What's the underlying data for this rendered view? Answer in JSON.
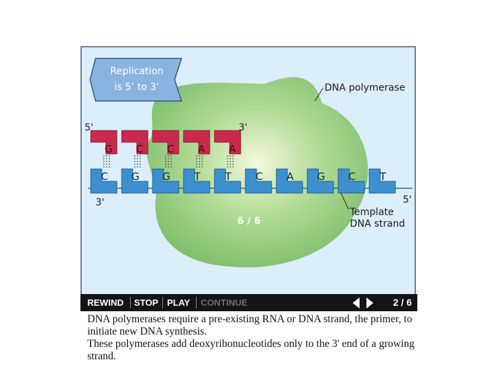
{
  "callout": {
    "line1": "Replication",
    "line2": "is 5’ to 3’"
  },
  "labels": {
    "enzyme": "DNA polymerase",
    "template_line1": "Template",
    "template_line2": "DNA strand",
    "five_prime_top": "5'",
    "three_prime_top": "3'",
    "three_prime_bottom": "3'",
    "five_prime_bottom": "5'"
  },
  "new_strand": [
    "G",
    "C",
    "C",
    "A",
    "A"
  ],
  "template_strand": [
    "C",
    "G",
    "G",
    "T",
    "T",
    "C",
    "A",
    "G",
    "C",
    "T"
  ],
  "frame_counter": "6 / 6",
  "controls": {
    "rewind": "REWIND",
    "stop": "STOP",
    "play": "PLAY",
    "continue": "CONTINUE",
    "page": "2 / 6"
  },
  "caption": {
    "line1": "DNA polymerases require a pre-existing RNA or DNA strand, the primer, to initiate new DNA synthesis.",
    "line2": "These polymerases add deoxyribonucleotides only to the 3' end of a growing strand."
  },
  "colors": {
    "panel_bg": "#dbeefa",
    "panel_border": "#6f7f8c",
    "enzyme": "#8cc77a",
    "new_strand": "#c82a4d",
    "template_strand": "#3d90cf",
    "callout": "#8ab4e0",
    "control_bar": "#141414"
  }
}
